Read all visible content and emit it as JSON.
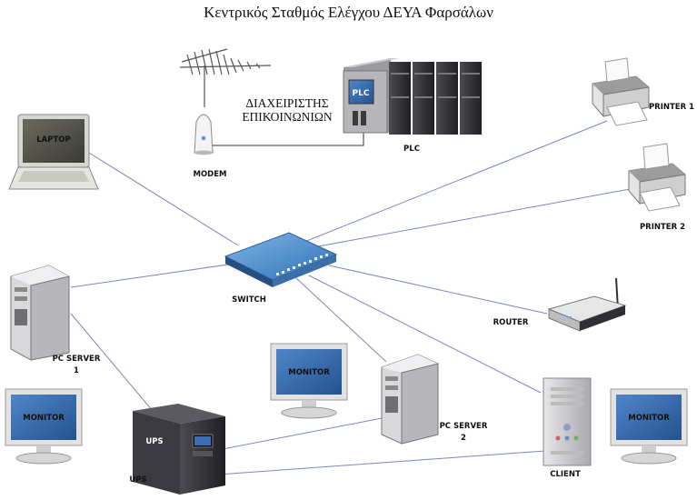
{
  "title": "Κεντρικός Σταθμός Ελέγχου ΔΕΥΑ Φαρσάλων",
  "comm_manager": [
    "ΔΙΑΧΕΙΡΙΣΤΗΣ",
    "ΕΠΙΚΟΙΝΩΝΙΩΝ"
  ],
  "labels": {
    "modem": "MODEM",
    "plc": "PLC",
    "plc_screen": "PLC",
    "laptop": "LAPTOP",
    "printer1": "PRINTER 1",
    "printer2": "PRINTER 2",
    "switch": "SWITCH",
    "router": "ROUTER",
    "pc_server1": [
      "PC SERVER",
      "1"
    ],
    "pc_server2": [
      "PC SERVER",
      "2"
    ],
    "client": "CLIENT",
    "ups": "UPS",
    "ups_badge": "UPS",
    "monitor_left": "MONITOR",
    "monitor_center": "MONITOR",
    "monitor_right": "MONITOR"
  },
  "colors": {
    "link": "#7f86b8",
    "screen_blue": "#2f62a8",
    "device_gray": "#c9c9cc",
    "dark_device": "#2e2e33"
  }
}
